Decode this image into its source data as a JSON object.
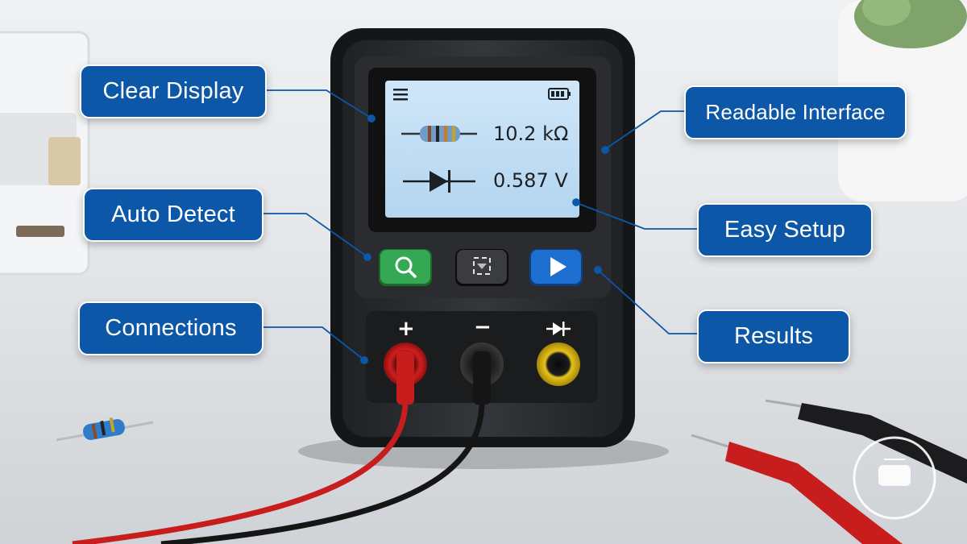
{
  "callouts": {
    "clear_display": "Clear Display",
    "auto_detect": "Auto Detect",
    "connections": "Connections",
    "readable_interface": "Readable Interface",
    "easy_setup": "Easy Setup",
    "results": "Results"
  },
  "screen": {
    "resistance_reading": "10.2 kΩ",
    "diode_reading": "0.587 V"
  },
  "terminals": {
    "positive": "+",
    "negative": "−"
  },
  "colors": {
    "callout_bg": "#0d57a8",
    "device_body": "#2b2d30",
    "screen_bg": "#bcdcf4",
    "search_button": "#34a853",
    "start_button": "#1d6fd1",
    "probe_red": "#d11f1f",
    "probe_yellow": "#e6c31c"
  }
}
